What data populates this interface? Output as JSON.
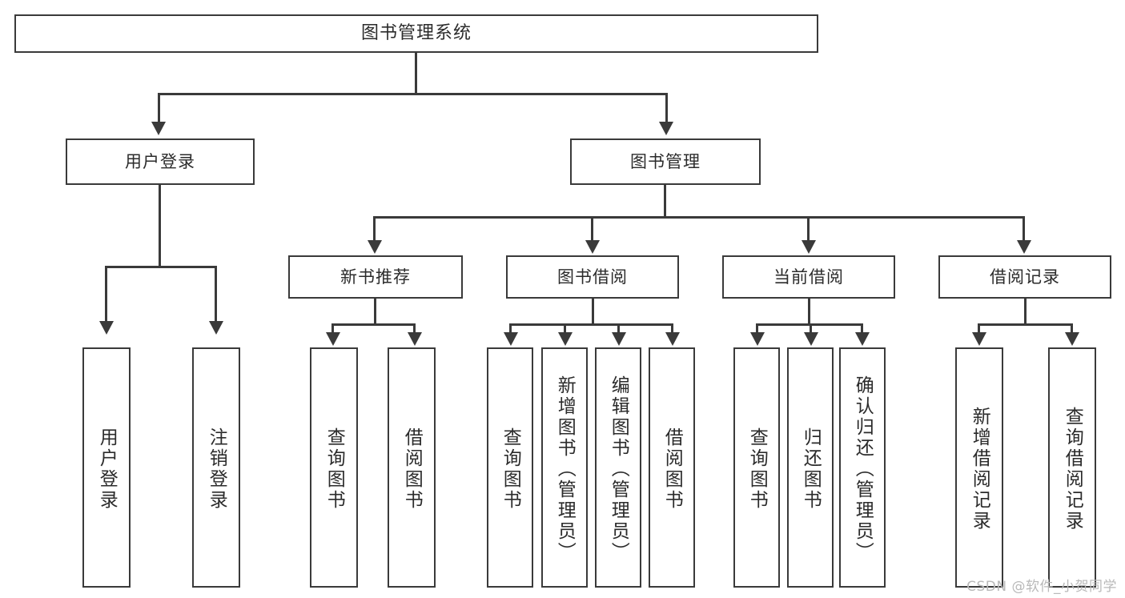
{
  "diagram": {
    "type": "tree",
    "title": "图书管理系统",
    "orientation": "top-down",
    "colors": {
      "box_border": "#3a3a3a",
      "box_fill": "#ffffff",
      "text": "#2b2b2b",
      "connector": "#3a3a3a",
      "background": "#ffffff",
      "watermark": "#b9b9b9"
    }
  },
  "root": {
    "label": "图书管理系统"
  },
  "level1": [
    {
      "label": "用户登录"
    },
    {
      "label": "图书管理"
    }
  ],
  "level2": [
    {
      "label": "新书推荐"
    },
    {
      "label": "图书借阅"
    },
    {
      "label": "当前借阅"
    },
    {
      "label": "借阅记录"
    }
  ],
  "leaves": {
    "user_login": [
      {
        "label": "用户登录"
      },
      {
        "label": "注销登录"
      }
    ],
    "new_book_recommend": [
      {
        "label": "查询图书"
      },
      {
        "label": "借阅图书"
      }
    ],
    "book_borrow": [
      {
        "label": "查询图书"
      },
      {
        "label": "新增图书（管理员）"
      },
      {
        "label": "编辑图书（管理员）"
      },
      {
        "label": "借阅图书"
      }
    ],
    "current_borrow": [
      {
        "label": "查询图书"
      },
      {
        "label": "归还图书"
      },
      {
        "label": "确认归还（管理员）"
      }
    ],
    "borrow_record": [
      {
        "label": "新增借阅记录"
      },
      {
        "label": "查询借阅记录"
      }
    ]
  },
  "watermark": {
    "text": "CSDN @软件_小贺同学"
  }
}
